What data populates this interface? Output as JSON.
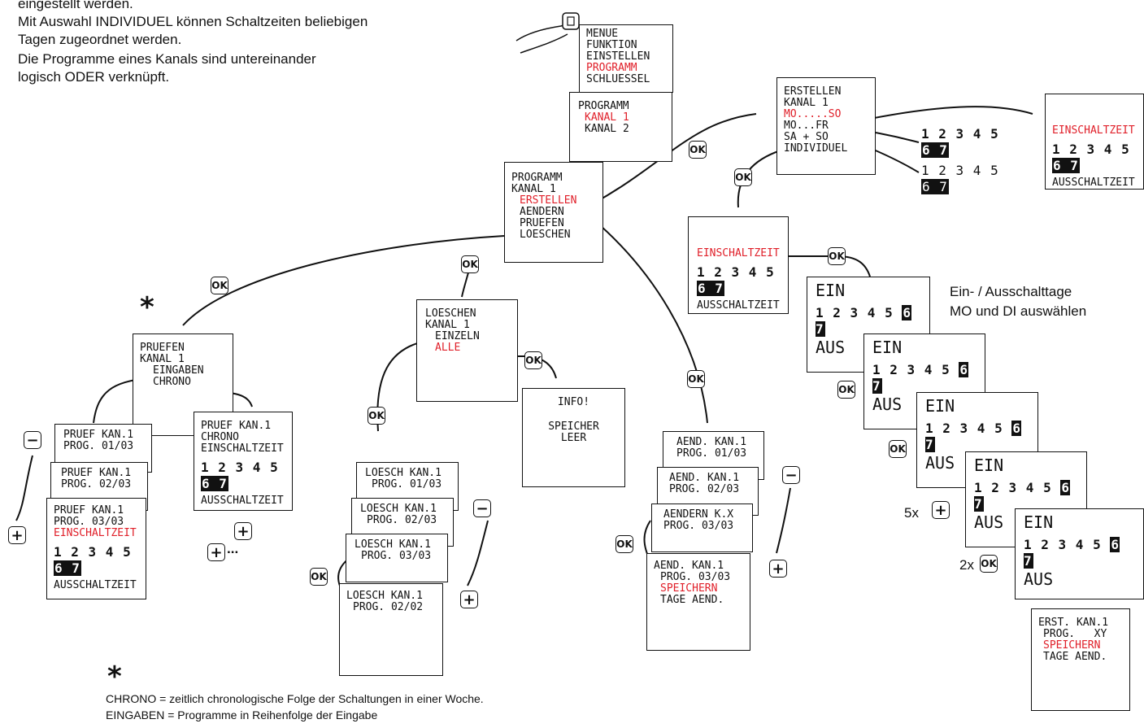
{
  "intro": {
    "line1": "eingestellt werden.",
    "line2": "Mit Auswahl INDIVIDUEL können Schaltzeiten beliebigen",
    "line3": "Tagen zugeordnet werden.",
    "line4": "Die Programme eines Kanals sind untereinander",
    "line5": "logisch ODER verknüpft."
  },
  "menu": {
    "l1": "MENUE",
    "l2": "FUNKTION",
    "l3": "EINSTELLEN",
    "l4": "PROGRAMM",
    "l5": "SCHLUESSEL"
  },
  "programm_sel": {
    "l1": "PROGRAMM",
    "l2": "KANAL 1",
    "l3": "KANAL 2"
  },
  "programm_main": {
    "l1": "PROGRAMM",
    "l2": "KANAL 1",
    "l3": "ERSTELLEN",
    "l4": "AENDERN",
    "l5": "PRUEFEN",
    "l6": "LOESCHEN"
  },
  "erstellen": {
    "l1": "ERSTELLEN",
    "l2": "KANAL 1",
    "l3": "MO.....SO",
    "l4": "MO...FR",
    "l5": "SA + SO",
    "l6": "INDIVIDUEL"
  },
  "days_full": "1 2 3 4 5 6 7",
  "days_a": "1 2 3 4 5",
  "days_b": "6 7",
  "einschalt_right": {
    "l1": "EINSCHALTZEIT",
    "l3": "AUSSCHALTZEIT"
  },
  "einschalt_mid": {
    "l1": "EINSCHALTZEIT",
    "l3": "AUSSCHALTZEIT"
  },
  "ein_aus": {
    "ein": "EIN",
    "aus": "AUS"
  },
  "ein_note": {
    "l1": "Ein- / Ausschalttage",
    "l2": "MO und DI auswählen"
  },
  "repeat_5x": "5x",
  "repeat_2x": "2x",
  "erst_kan": {
    "l1": "ERST. KAN.1",
    "l2": "PROG.   XY",
    "l3": "SPEICHERN",
    "l4": "TAGE AEND."
  },
  "pruefen": {
    "l1": "PRUEFEN",
    "l2": "KANAL 1",
    "l3": "EINGABEN",
    "l4": "CHRONO"
  },
  "pruef1": {
    "l1": "PRUEF KAN.1",
    "l2": "PROG. 01/03"
  },
  "pruef2": {
    "l1": "PRUEF KAN.1",
    "l2": "PROG. 02/03"
  },
  "pruef3": {
    "l1": "PRUEF KAN.1",
    "l2": "PROG. 03/03",
    "l3": "EINSCHALTZEIT",
    "l5": "AUSSCHALTZEIT"
  },
  "pruef_chrono": {
    "l1": "PRUEF KAN.1",
    "l2": "CHRONO",
    "l3": "EINSCHALTZEIT",
    "l5": "AUSSCHALTZEIT"
  },
  "loeschen": {
    "l1": "LOESCHEN",
    "l2": "KANAL 1",
    "l3": "EINZELN",
    "l4": "ALLE"
  },
  "info": {
    "l1": "INFO!",
    "l2": "SPEICHER",
    "l3": "LEER"
  },
  "loesch1": {
    "l1": "LOESCH KAN.1",
    "l2": "PROG. 01/03"
  },
  "loesch2": {
    "l1": "LOESCH KAN.1",
    "l2": "PROG. 02/03"
  },
  "loesch3": {
    "l1": "LOESCH KAN.1",
    "l2": "PROG. 03/03"
  },
  "loesch4": {
    "l1": "LOESCH KAN.1",
    "l2": "PROG. 02/02"
  },
  "aend1": {
    "l1": "AEND. KAN.1",
    "l2": "PROG. 01/03"
  },
  "aend2": {
    "l1": "AEND. KAN.1",
    "l2": "PROG. 02/03"
  },
  "aend3": {
    "l1": "AENDERN K.X",
    "l2": "PROG. 03/03"
  },
  "aend4": {
    "l1": "AEND. KAN.1",
    "l2": "PROG. 03/03",
    "l3": "SPEICHERN",
    "l4": "TAGE AEND."
  },
  "buttons": {
    "ok": "OK",
    "plus": "+",
    "minus": "−",
    "dots": "..."
  },
  "footnote": {
    "star": "*",
    "line1": "CHRONO = zeitlich chronologische Folge der Schaltungen in einer Woche.",
    "line2": "EINGABEN = Programme in Reihenfolge der Eingabe"
  },
  "colors": {
    "highlight": "#e0202a",
    "lines": "#111111",
    "arrow_fill": "#ffffff"
  }
}
